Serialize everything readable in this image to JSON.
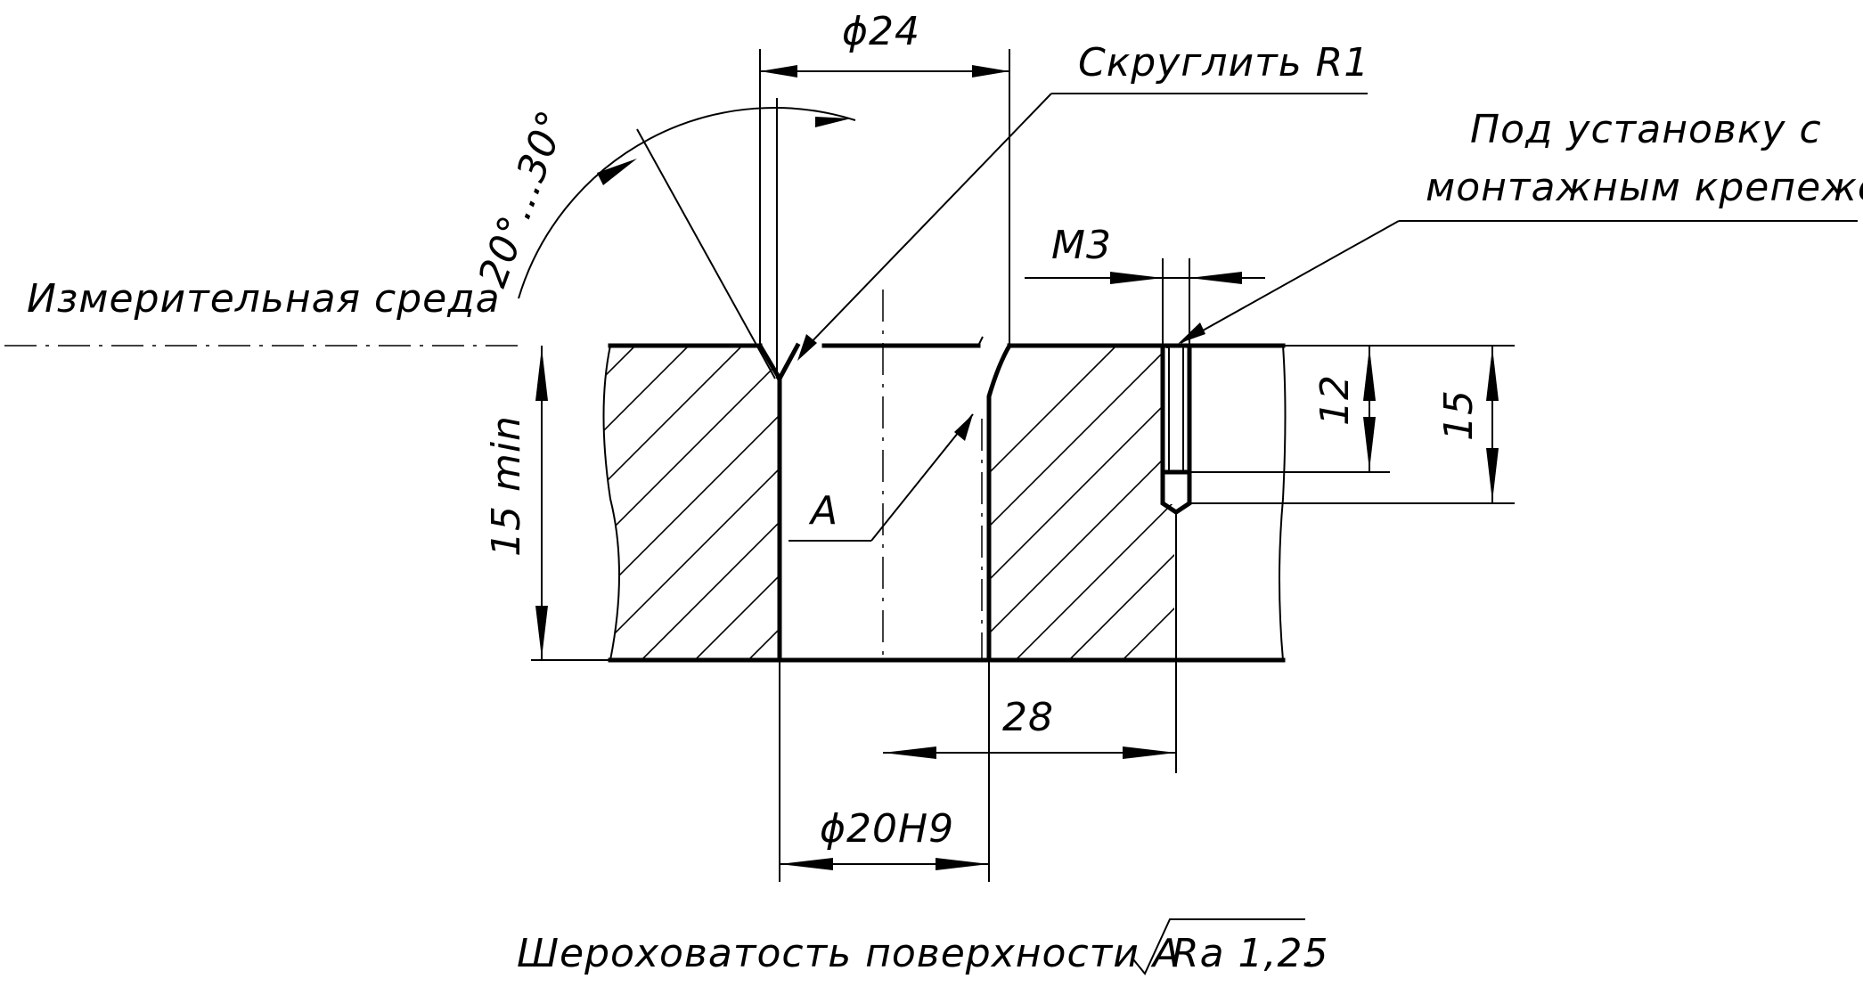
{
  "labels": {
    "medium": "Измерительная среда",
    "diameter_top": "ϕ24",
    "round_note": "Скруглить R1",
    "mount_note_line1": "Под установку с",
    "mount_note_line2": "монтажным крепежом",
    "thread": "M3",
    "angle": "20°...30°",
    "depth_min": "15 min",
    "surface_mark": "A",
    "dim_12": "12",
    "dim_15": "15",
    "dim_28": "28",
    "diameter_bottom": "ϕ20H9",
    "roughness_text": "Шероховатость поверхности A",
    "roughness_value": "Ra 1,25"
  }
}
